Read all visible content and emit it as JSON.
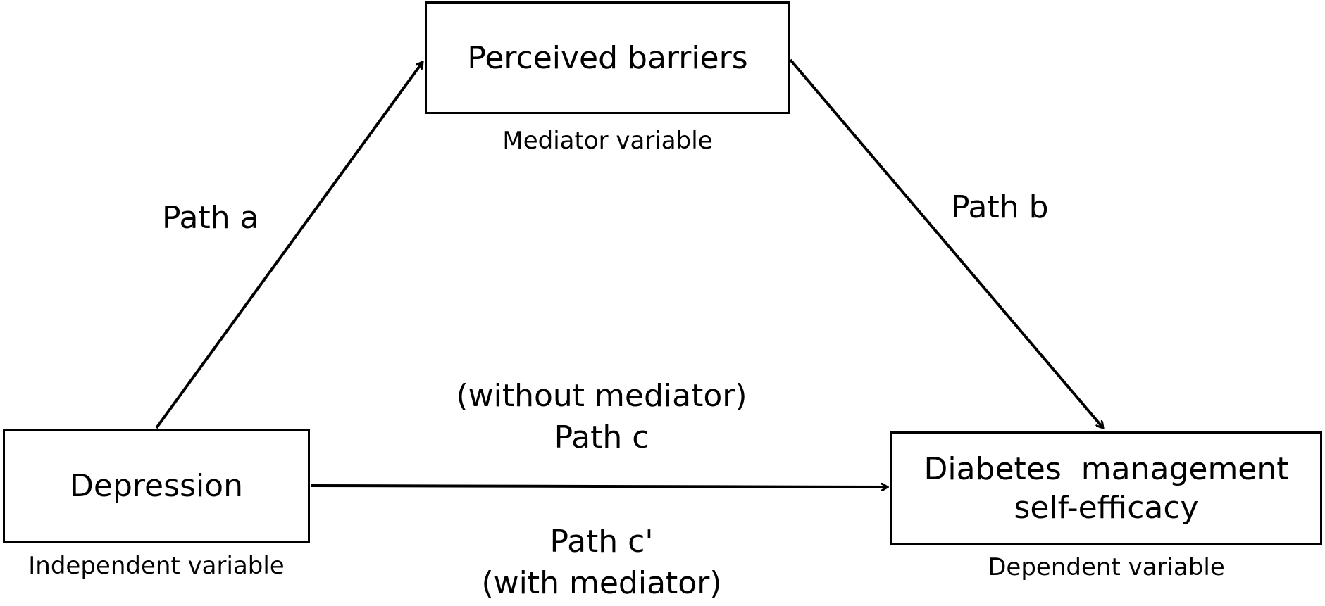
{
  "nodes": {
    "mediator": {
      "label": "Perceived barriers",
      "caption": "Mediator variable"
    },
    "independent": {
      "label": "Depression",
      "caption": "Independent variable"
    },
    "dependent": {
      "label_line1": "Diabetes  management",
      "label_line2": "self-efficacy",
      "caption": "Dependent variable"
    }
  },
  "paths": {
    "a": "Path a",
    "b": "Path b",
    "c_line1": "(without mediator)",
    "c_line2": "Path c",
    "c_prime_line1": "Path c'",
    "c_prime_line2": "(with mediator)"
  },
  "colors": {
    "stroke": "#000000",
    "background": "#ffffff"
  }
}
